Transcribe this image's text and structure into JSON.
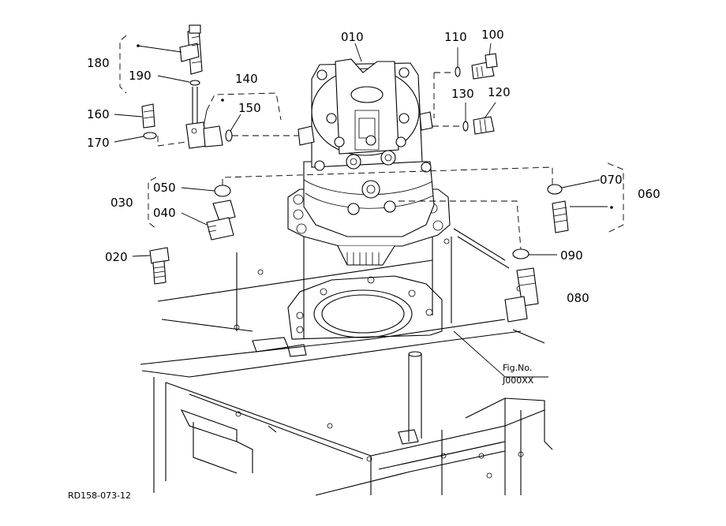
{
  "diagram": {
    "parts": [
      {
        "id": "p010",
        "label": "010"
      },
      {
        "id": "p020",
        "label": "020"
      },
      {
        "id": "p030",
        "label": "030"
      },
      {
        "id": "p040",
        "label": "040"
      },
      {
        "id": "p050",
        "label": "050"
      },
      {
        "id": "p060",
        "label": "060"
      },
      {
        "id": "p070",
        "label": "070"
      },
      {
        "id": "p080",
        "label": "080"
      },
      {
        "id": "p090",
        "label": "090"
      },
      {
        "id": "p100",
        "label": "100"
      },
      {
        "id": "p110",
        "label": "110"
      },
      {
        "id": "p120",
        "label": "120"
      },
      {
        "id": "p130",
        "label": "130"
      },
      {
        "id": "p140",
        "label": "140"
      },
      {
        "id": "p150",
        "label": "150"
      },
      {
        "id": "p160",
        "label": "160"
      },
      {
        "id": "p170",
        "label": "170"
      },
      {
        "id": "p180",
        "label": "180"
      },
      {
        "id": "p190",
        "label": "190"
      }
    ],
    "fig_ref": {
      "line1": "Fig.No.",
      "line2": "J000XX"
    },
    "drawing_code": "RD158-073-12"
  }
}
